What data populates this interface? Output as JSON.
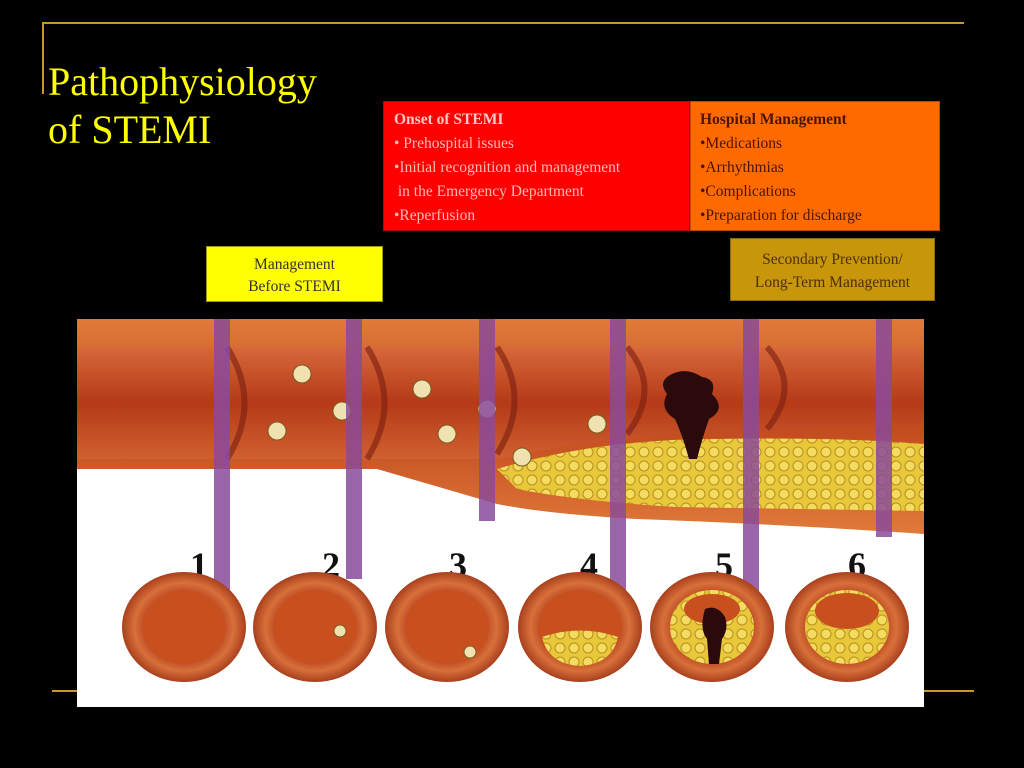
{
  "slide": {
    "title_lines": [
      "Pathophysiology",
      "of STEMI"
    ]
  },
  "onset_box": {
    "heading": "Onset of STEMI",
    "lines": [
      "• Prehospital issues",
      "•Initial recognition and management",
      " in the Emergency Department",
      "•Reperfusion"
    ]
  },
  "hospital_box": {
    "heading": "Hospital Management",
    "lines": [
      "•Medications",
      "•Arrhythmias",
      "•Complications",
      "•Preparation for discharge"
    ]
  },
  "before_box": {
    "lines": [
      "Management",
      "Before STEMI"
    ]
  },
  "secondary_box": {
    "lines": [
      "Secondary Prevention/",
      "Long-Term Management"
    ]
  },
  "illustration": {
    "stages": [
      "1",
      "2",
      "3",
      "4",
      "5",
      "6"
    ]
  },
  "colors": {
    "background": "#000000",
    "title": "#ffff00",
    "rule": "#c8962a",
    "onset_box": "#ff0000",
    "hospital_box": "#ff6a00",
    "before_box": "#ffff00",
    "secondary_box": "#c8960a",
    "vessel_wall": "#d2642a",
    "lumen": "#b8401e",
    "plaque": "#e8c83a",
    "thrombus": "#2a0a0a",
    "stage_marker": "#8a4a9a"
  }
}
